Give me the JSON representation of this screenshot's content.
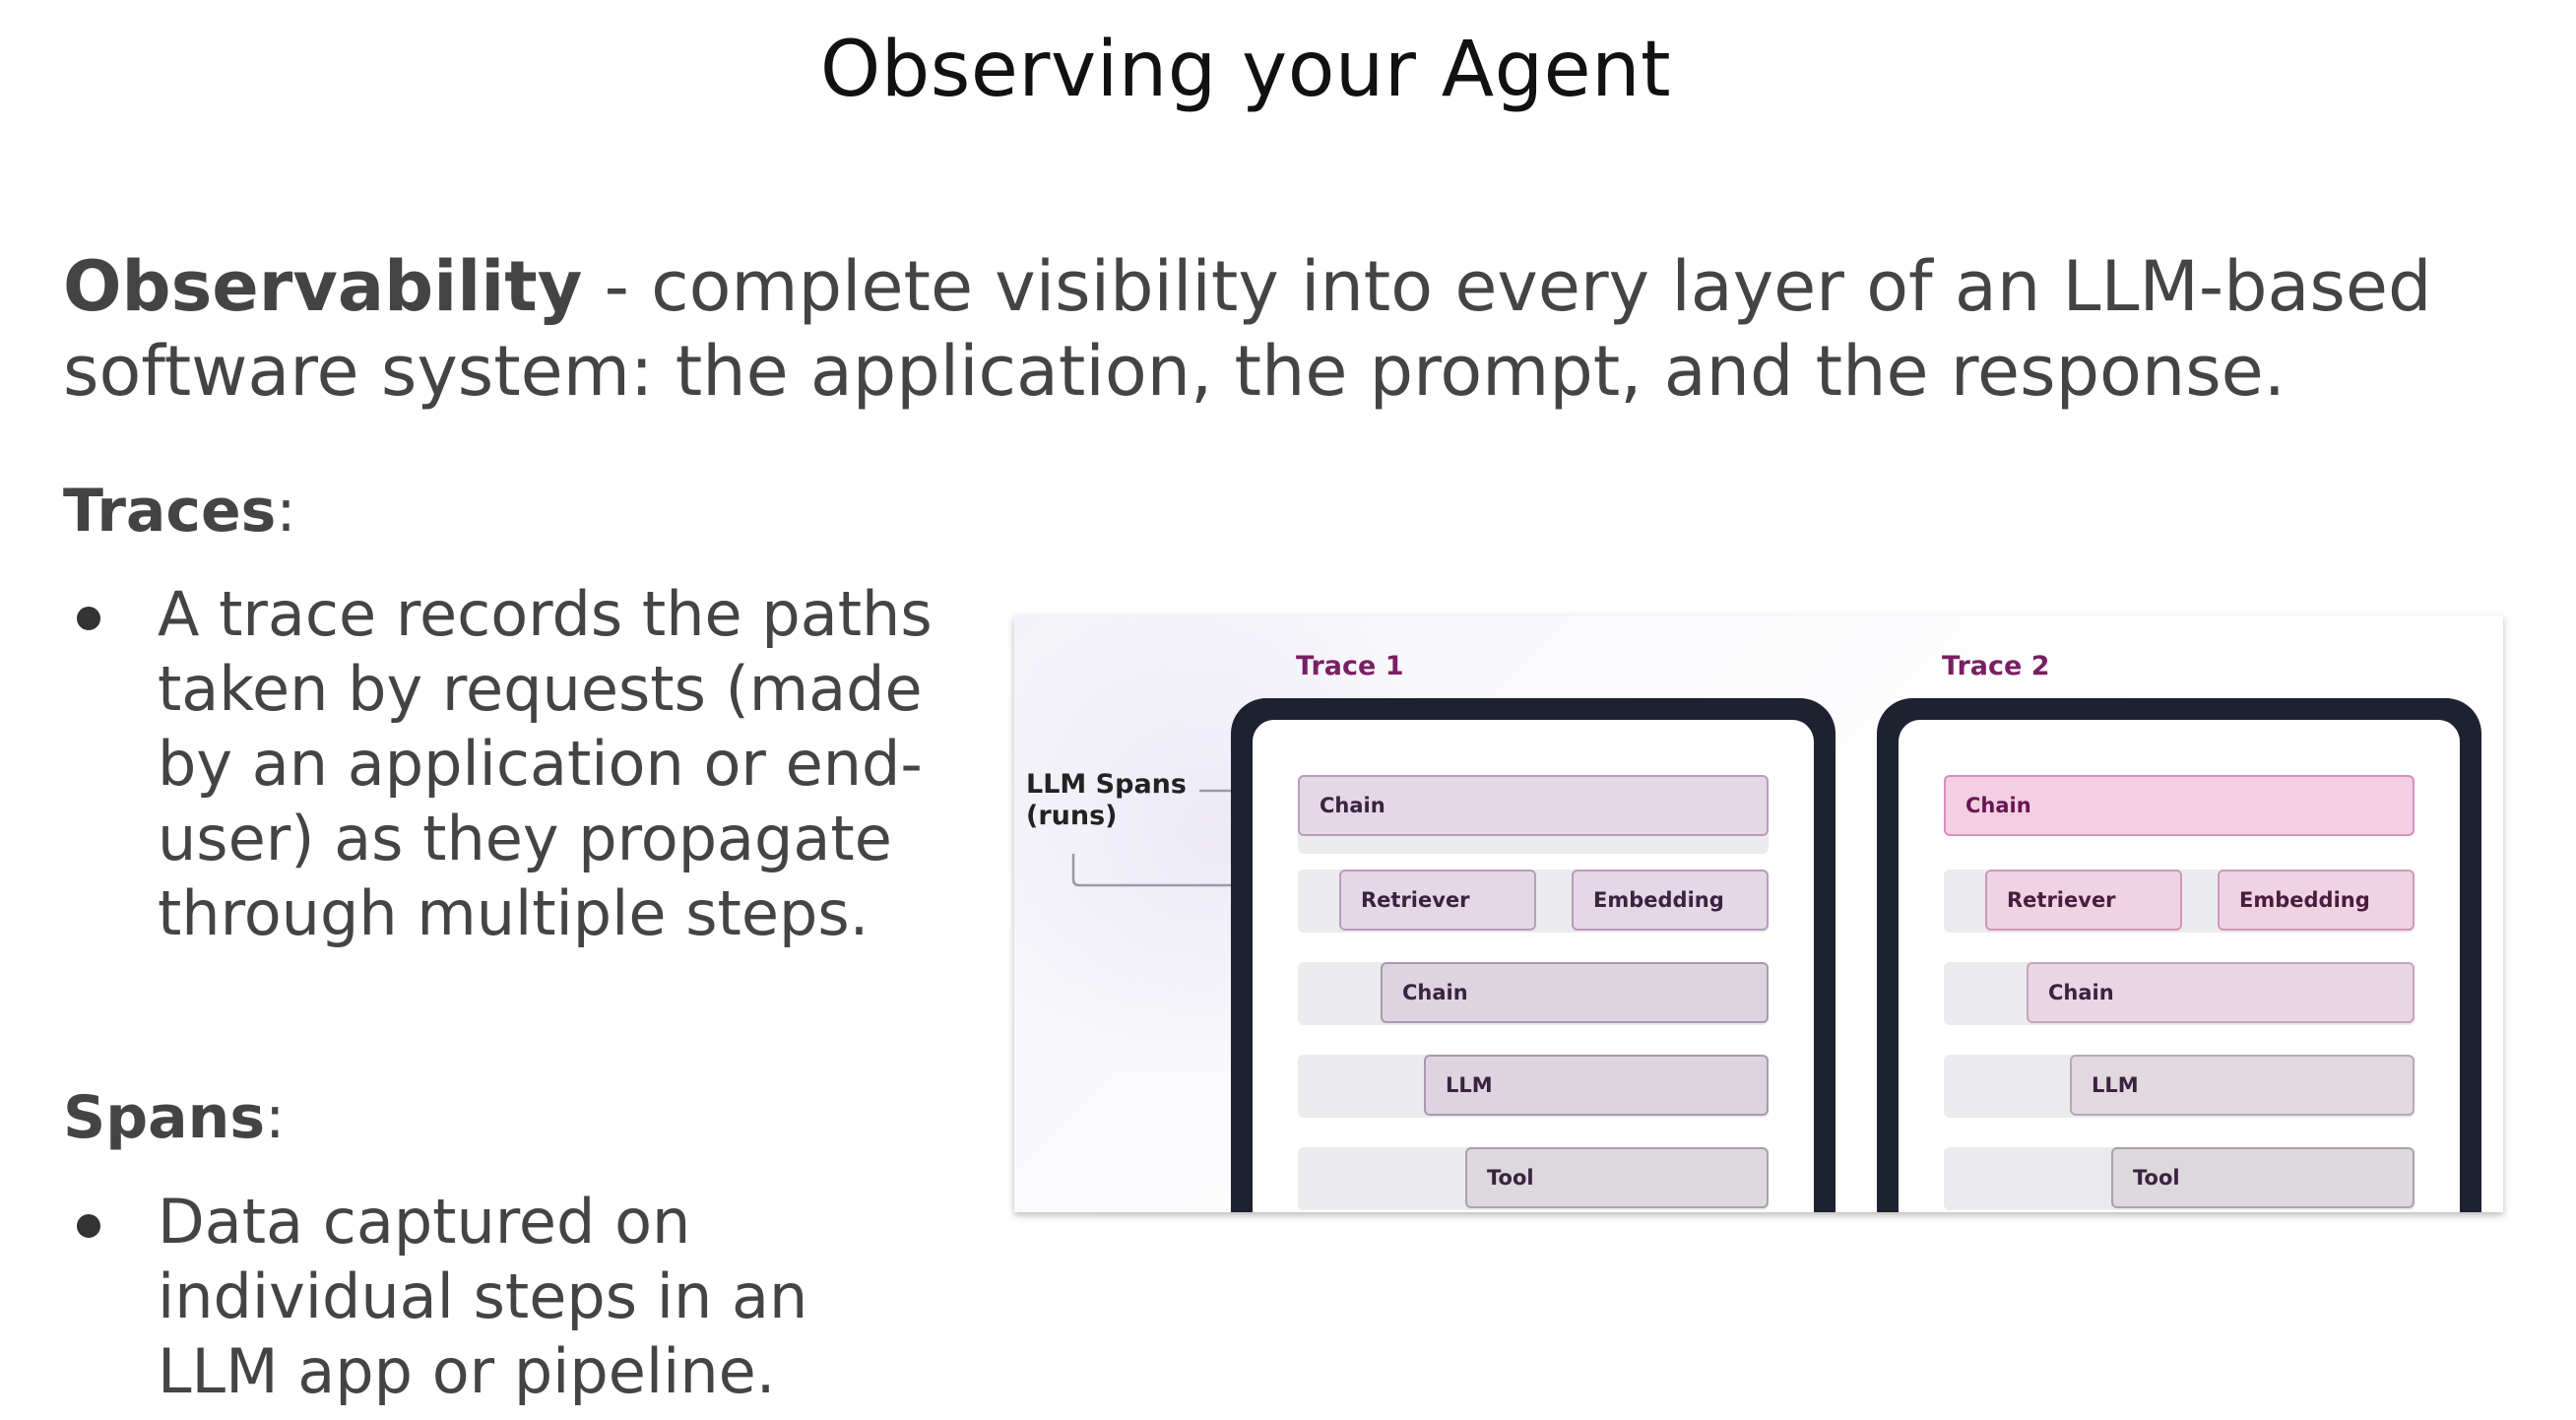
{
  "title": "Observing your Agent",
  "intro": {
    "term": "Observability",
    "definition": " - complete visibility into every layer of an LLM-based software system: the application, the prompt, and the response."
  },
  "traces_section": {
    "heading": "Traces",
    "colon": ":",
    "bullets": [
      "A trace records the paths taken by requests (made by an application or end-user) as they propagate through multiple steps."
    ]
  },
  "spans_section": {
    "heading": "Spans",
    "colon": ":",
    "bullets": [
      "Data captured on individual steps in an LLM app or pipeline."
    ]
  },
  "figure": {
    "spans_label": "LLM Spans (runs)",
    "traces": [
      {
        "title": "Trace 1",
        "spans": [
          "Chain",
          "Retriever",
          "Embedding",
          "Chain",
          "LLM",
          "Tool"
        ]
      },
      {
        "title": "Trace 2",
        "spans": [
          "Chain",
          "Retriever",
          "Embedding",
          "Chain",
          "LLM",
          "Tool"
        ]
      }
    ]
  }
}
